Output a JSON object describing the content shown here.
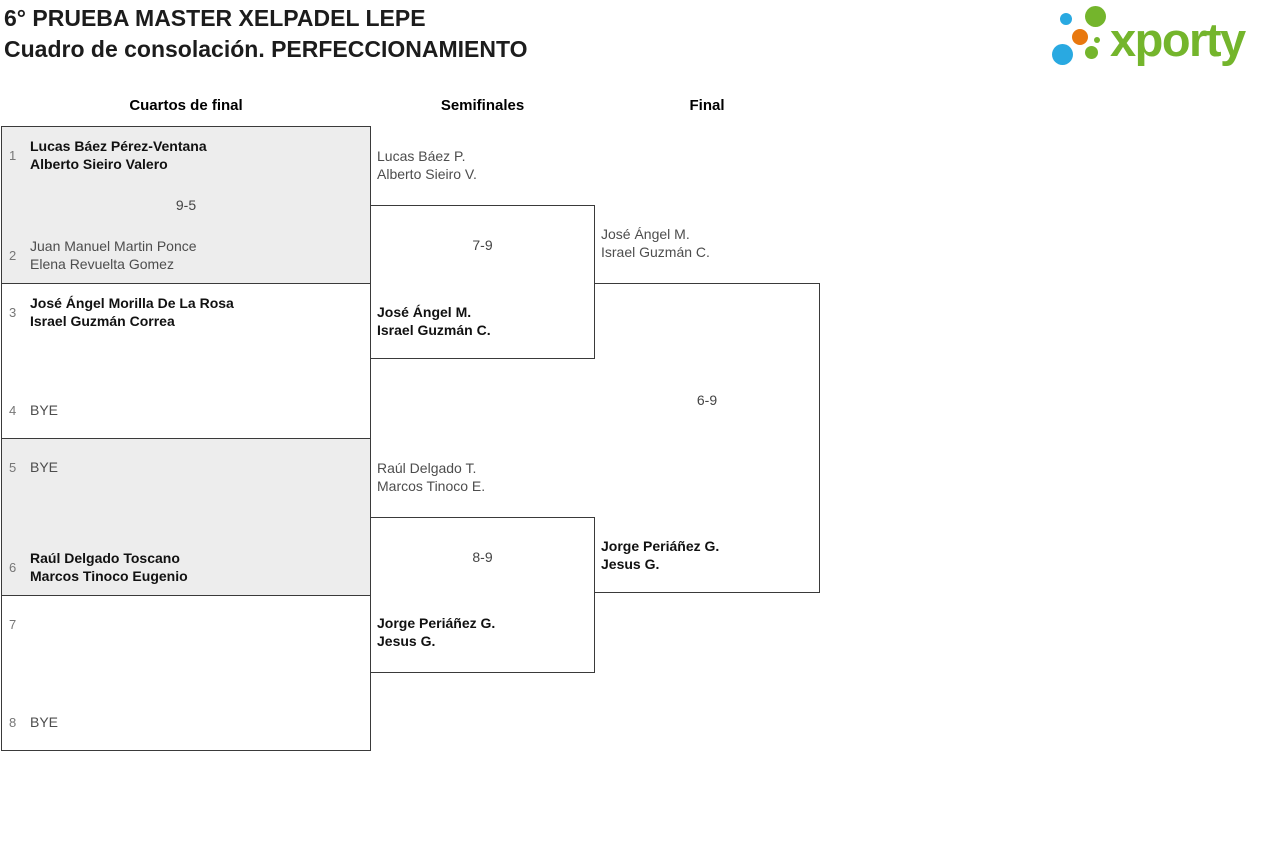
{
  "header": {
    "title_line1": "6° PRUEBA MASTER XELPADEL LEPE",
    "title_line2": "Cuadro de consolación. PERFECCIONAMIENTO",
    "logo_text": "xporty"
  },
  "columns": {
    "quarterfinals_label": "Cuartos de final",
    "semifinals_label": "Semifinales",
    "final_label": "Final"
  },
  "colors": {
    "logo_green": "#74b52c",
    "logo_blue": "#29a9e1",
    "logo_orange": "#e8780f",
    "box_shade": "#ededed",
    "box_border": "#3a3a3a"
  },
  "bracket": {
    "quarterfinals": [
      {
        "top": {
          "seed": "1",
          "line1": "Lucas Báez Pérez-Ventana",
          "line2": "Alberto Sieiro Valero",
          "winner": true
        },
        "score": "9-5",
        "bottom": {
          "seed": "2",
          "line1": "Juan Manuel Martin Ponce",
          "line2": "Elena Revuelta Gomez",
          "winner": false
        }
      },
      {
        "top": {
          "seed": "3",
          "line1": "José Ángel Morilla De La Rosa",
          "line2": "Israel Guzmán Correa",
          "winner": true
        },
        "score": "",
        "bottom": {
          "seed": "4",
          "line1": "BYE",
          "line2": "",
          "winner": false
        }
      },
      {
        "top": {
          "seed": "5",
          "line1": "BYE",
          "line2": "",
          "winner": false
        },
        "score": "",
        "bottom": {
          "seed": "6",
          "line1": "Raúl Delgado Toscano",
          "line2": "Marcos Tinoco Eugenio",
          "winner": true
        }
      },
      {
        "top": {
          "seed": "7",
          "line1": "",
          "line2": "",
          "winner": false
        },
        "score": "",
        "bottom": {
          "seed": "8",
          "line1": "BYE",
          "line2": "",
          "winner": false
        }
      }
    ],
    "semifinals": [
      {
        "entrant_top": {
          "line1": "Lucas Báez P.",
          "line2": "Alberto Sieiro V.",
          "winner": false
        },
        "score": "7-9",
        "entrant_bottom": {
          "line1": "José Ángel M.",
          "line2": "Israel Guzmán C.",
          "winner": true
        }
      },
      {
        "entrant_top": {
          "line1": "Raúl Delgado T.",
          "line2": "Marcos Tinoco E.",
          "winner": false
        },
        "score": "8-9",
        "entrant_bottom": {
          "line1": "Jorge Periáñez G.",
          "line2": "Jesus G.",
          "winner": true
        }
      }
    ],
    "final": {
      "entrant_top": {
        "line1": "José Ángel M.",
        "line2": "Israel Guzmán C.",
        "winner": false
      },
      "score": "6-9",
      "entrant_bottom": {
        "line1": "Jorge Periáñez G.",
        "line2": "Jesus G.",
        "winner": true
      }
    }
  }
}
